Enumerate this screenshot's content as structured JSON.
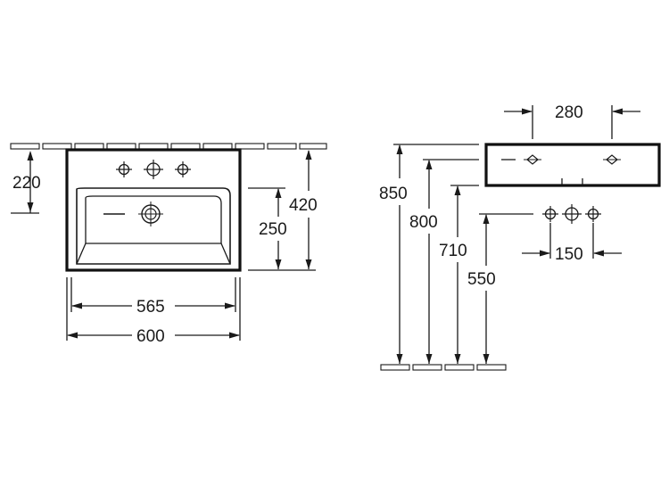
{
  "front_view": {
    "dim_220": "220",
    "dim_420": "420",
    "dim_250": "250",
    "dim_565": "565",
    "dim_600": "600"
  },
  "side_view": {
    "dim_280": "280",
    "dim_850": "850",
    "dim_800": "800",
    "dim_710": "710",
    "dim_550": "550",
    "dim_150": "150"
  }
}
